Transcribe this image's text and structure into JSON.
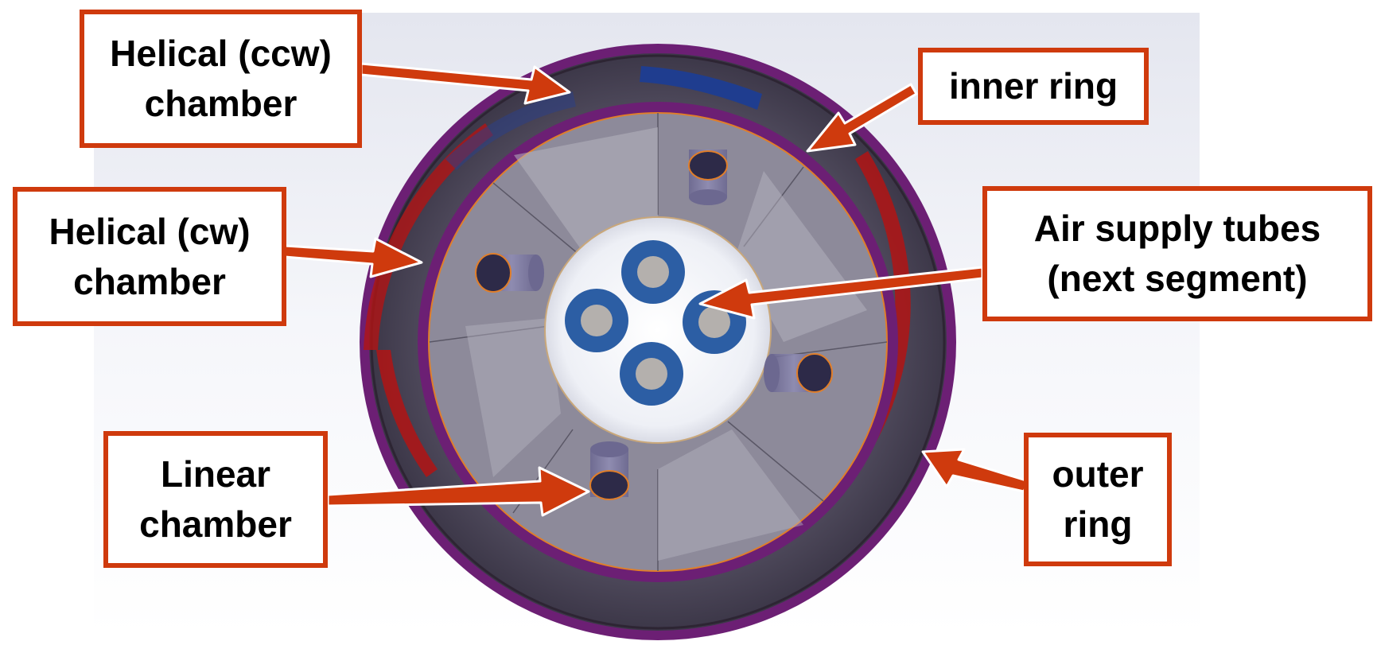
{
  "colors": {
    "label_border": "#cf3a0d",
    "arrow_fill": "#cf3a0d",
    "outer_ring": "#6c1f74",
    "inner_ring": "#6c1f74",
    "helical_cw_chamber": "#b21414",
    "helical_ccw_chamber": "#1f3d8f",
    "air_supply_tube": "#2c5ea4",
    "segment_face": "#9c9aa8"
  },
  "labels": {
    "helical_ccw": {
      "line1": "Helical (ccw)",
      "line2": "chamber"
    },
    "inner_ring": {
      "line1": "inner ring"
    },
    "helical_cw": {
      "line1": "Helical (cw)",
      "line2": "chamber"
    },
    "air_supply": {
      "line1": "Air supply tubes",
      "line2": "(next segment)"
    },
    "linear": {
      "line1": "Linear",
      "line2": "chamber"
    },
    "outer_ring": {
      "line1": "outer",
      "line2": "ring"
    }
  }
}
